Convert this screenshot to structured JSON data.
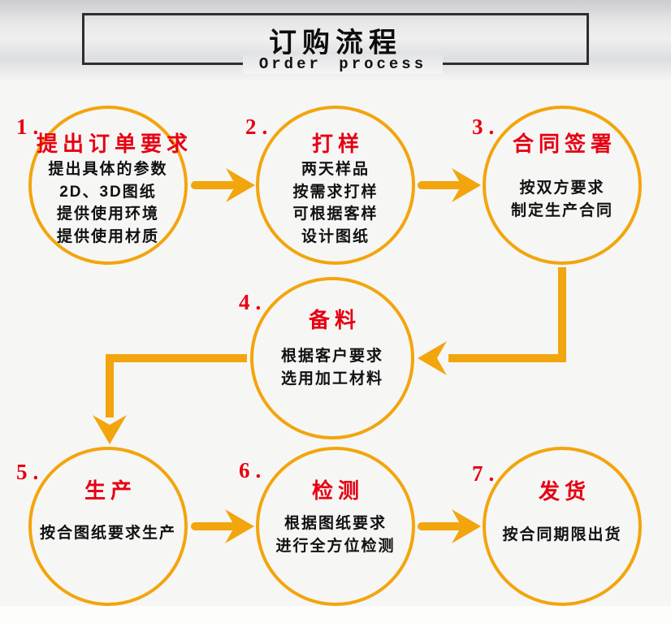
{
  "header": {
    "title": "订购流程",
    "subtitle": "Order process"
  },
  "steps": [
    {
      "number": "1.",
      "title": "提出订单要求",
      "lines": [
        "提出具体的参数",
        "2D、3D图纸",
        "提供使用环境",
        "提供使用材质"
      ]
    },
    {
      "number": "2.",
      "title": "打样",
      "lines": [
        "两天样品",
        "按需求打样",
        "可根据客样",
        "设计图纸"
      ]
    },
    {
      "number": "3.",
      "title": "合同签署",
      "lines": [
        "按双方要求",
        "制定生产合同"
      ]
    },
    {
      "number": "4.",
      "title": "备料",
      "lines": [
        "根据客户要求",
        "选用加工材料"
      ]
    },
    {
      "number": "5.",
      "title": "生产",
      "lines": [
        "按合图纸要求生产"
      ]
    },
    {
      "number": "6.",
      "title": "检测",
      "lines": [
        "根据图纸要求",
        "进行全方位检测"
      ]
    },
    {
      "number": "7.",
      "title": "发货",
      "lines": [
        "按合同期限出货"
      ]
    }
  ],
  "colors": {
    "accent": "#F2A50C",
    "step_title_red": "#E60012",
    "body_text": "#111111",
    "frame_border": "#2E2E30"
  }
}
